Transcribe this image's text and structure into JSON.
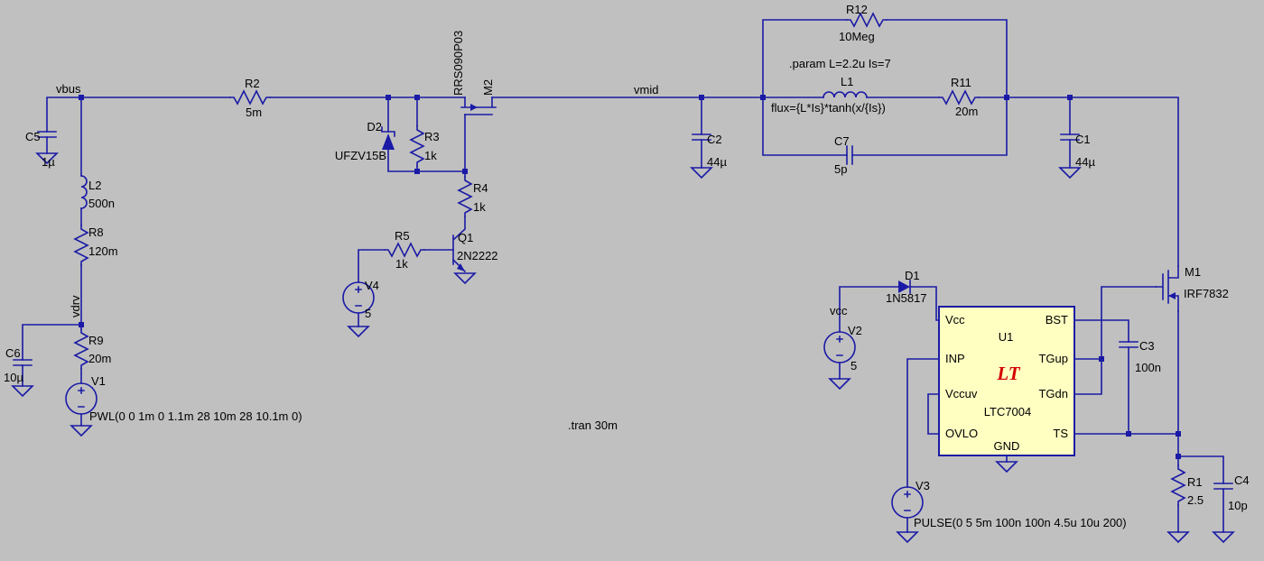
{
  "canvas": {
    "background": "#c0c0c0",
    "wire_color": "#1a1aa6",
    "text_color": "#000000",
    "chip_fill": "#ffffc2",
    "logo_color": "#d40000"
  },
  "directives": {
    "param": ".param L=2.2u Is=7",
    "tran": ".tran 30m"
  },
  "nets": {
    "vbus": "vbus",
    "vmid": "vmid",
    "vdrv": "vdrv",
    "vcc": "vcc"
  },
  "components": {
    "C5": {
      "ref": "C5",
      "value": "1µ"
    },
    "L2": {
      "ref": "L2",
      "value": "500n"
    },
    "R8": {
      "ref": "R8",
      "value": "120m"
    },
    "C6": {
      "ref": "C6",
      "value": "10µ"
    },
    "R9": {
      "ref": "R9",
      "value": "20m"
    },
    "V1": {
      "ref": "V1",
      "value": "PWL(0 0 1m 0 1.1m 28 10m 28 10.1m 0)"
    },
    "R2": {
      "ref": "R2",
      "value": "5m"
    },
    "D2": {
      "ref": "D2",
      "value": "UFZV15B"
    },
    "R3": {
      "ref": "R3",
      "value": "1k"
    },
    "M2": {
      "ref": "M2",
      "value": "RRS090P03"
    },
    "R4": {
      "ref": "R4",
      "value": "1k"
    },
    "R5": {
      "ref": "R5",
      "value": "1k"
    },
    "Q1": {
      "ref": "Q1",
      "value": "2N2222"
    },
    "V4": {
      "ref": "V4",
      "value": "5"
    },
    "C2": {
      "ref": "C2",
      "value": "44µ"
    },
    "R12": {
      "ref": "R12",
      "value": "10Meg"
    },
    "L1": {
      "ref": "L1",
      "value": "flux={L*Is}*tanh(x/{Is})"
    },
    "R11": {
      "ref": "R11",
      "value": "20m"
    },
    "C7": {
      "ref": "C7",
      "value": "5p"
    },
    "C1": {
      "ref": "C1",
      "value": "44µ"
    },
    "D1": {
      "ref": "D1",
      "value": "1N5817"
    },
    "V2": {
      "ref": "V2",
      "value": "5"
    },
    "M1": {
      "ref": "M1",
      "value": "IRF7832"
    },
    "C3": {
      "ref": "C3",
      "value": "100n"
    },
    "R1": {
      "ref": "R1",
      "value": "2.5"
    },
    "C4": {
      "ref": "C4",
      "value": "10p"
    },
    "V3": {
      "ref": "V3",
      "value": "PULSE(0 5 5m 100n 100n 4.5u 10u 200)"
    }
  },
  "chip": {
    "ref": "U1",
    "part": "LTC7004",
    "logo": "LT",
    "pins": {
      "vcc": "Vcc",
      "inp": "INP",
      "vccuv": "Vccuv",
      "ovlo": "OVLO",
      "bst": "BST",
      "tgup": "TGup",
      "tgdn": "TGdn",
      "ts": "TS",
      "gnd": "GND"
    }
  }
}
